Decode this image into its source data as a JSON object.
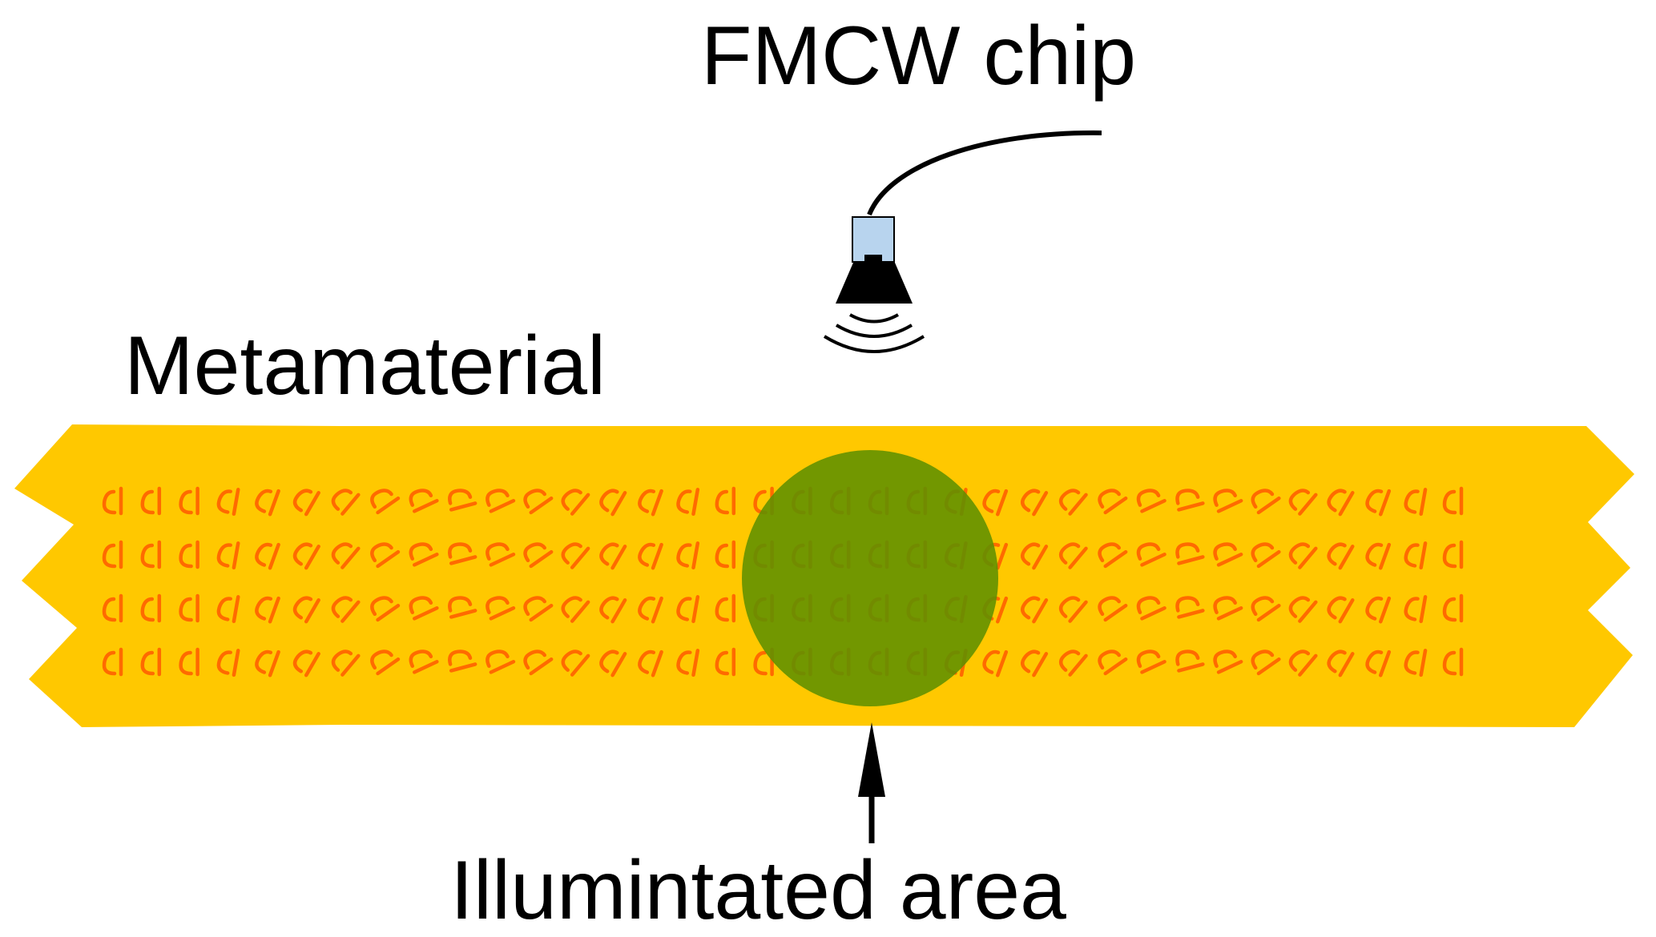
{
  "labels": {
    "chip": "FMCW chip",
    "metamaterial": "Metamaterial",
    "illuminated": "Illumintated area"
  },
  "colors": {
    "background": "#ffffff",
    "strip": "#ffc800",
    "resonator": "#ff6a00",
    "illumination": "#5f9000",
    "chip_body": "#b8d4ee",
    "outline": "#000000"
  },
  "metamaterial": {
    "rows": 4,
    "columns": 36,
    "resonator_orientation_sequence": [
      0,
      0,
      0,
      10,
      20,
      30,
      40,
      55,
      65,
      75,
      65,
      55,
      40,
      30,
      20,
      10,
      0,
      0,
      0,
      0,
      0,
      0,
      10,
      20,
      30,
      40,
      55,
      65,
      75,
      65,
      55,
      40,
      30,
      20,
      10,
      0
    ]
  },
  "icons": [
    "horn-antenna-icon",
    "wave-emission-icon",
    "arrow-up-icon"
  ]
}
